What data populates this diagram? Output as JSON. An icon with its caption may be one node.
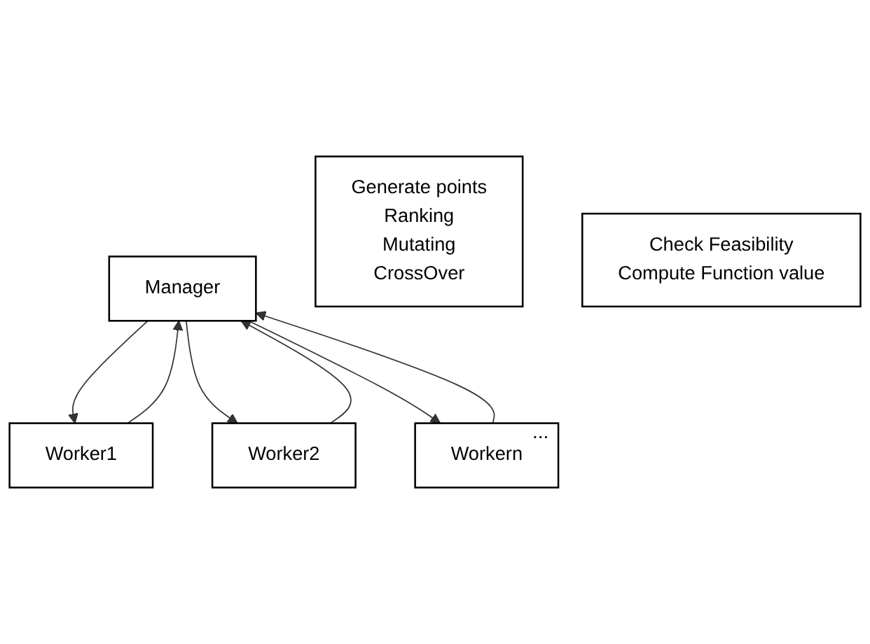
{
  "diagram": {
    "nodes": [
      {
        "text": [
          "Manager"
        ]
      },
      {
        "text": [
          "Generate points",
          "Ranking",
          "Mutating",
          "CrossOver"
        ]
      },
      {
        "text": [
          "Worker1"
        ]
      },
      {
        "text": [
          "Worker2"
        ]
      },
      {
        "text": [
          "Workern"
        ]
      },
      {
        "text": [
          "Check Feasibility",
          "Compute Function value"
        ]
      }
    ],
    "edges": [
      {
        "from": 0,
        "to": 2,
        "arrow": "to"
      },
      {
        "from": 2,
        "to": 0,
        "arrow": "to"
      },
      {
        "from": 0,
        "to": 3,
        "arrow": "to"
      },
      {
        "from": 3,
        "to": 0,
        "arrow": "to"
      },
      {
        "from": 4,
        "to": 0,
        "arrow": "to"
      },
      {
        "from": 0,
        "to": 4,
        "arrow": "to"
      }
    ],
    "labels": [
      "..."
    ]
  }
}
